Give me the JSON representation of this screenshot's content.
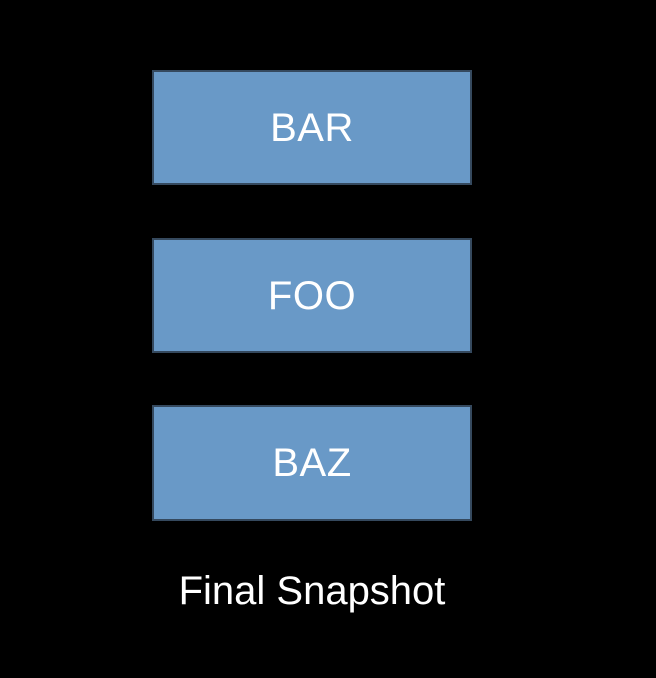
{
  "diagram": {
    "type": "stacked-node-diagram",
    "nodes": [
      {
        "id": "bar",
        "label": "BAR"
      },
      {
        "id": "foo",
        "label": "FOO"
      },
      {
        "id": "baz",
        "label": "BAZ"
      }
    ],
    "caption": "Final Snapshot",
    "colors": {
      "background": "#000000",
      "node_fill": "#6999C7",
      "node_border": "#35495E",
      "label_text": "#FFFFFF",
      "caption_text": "#FFFFFF"
    }
  }
}
